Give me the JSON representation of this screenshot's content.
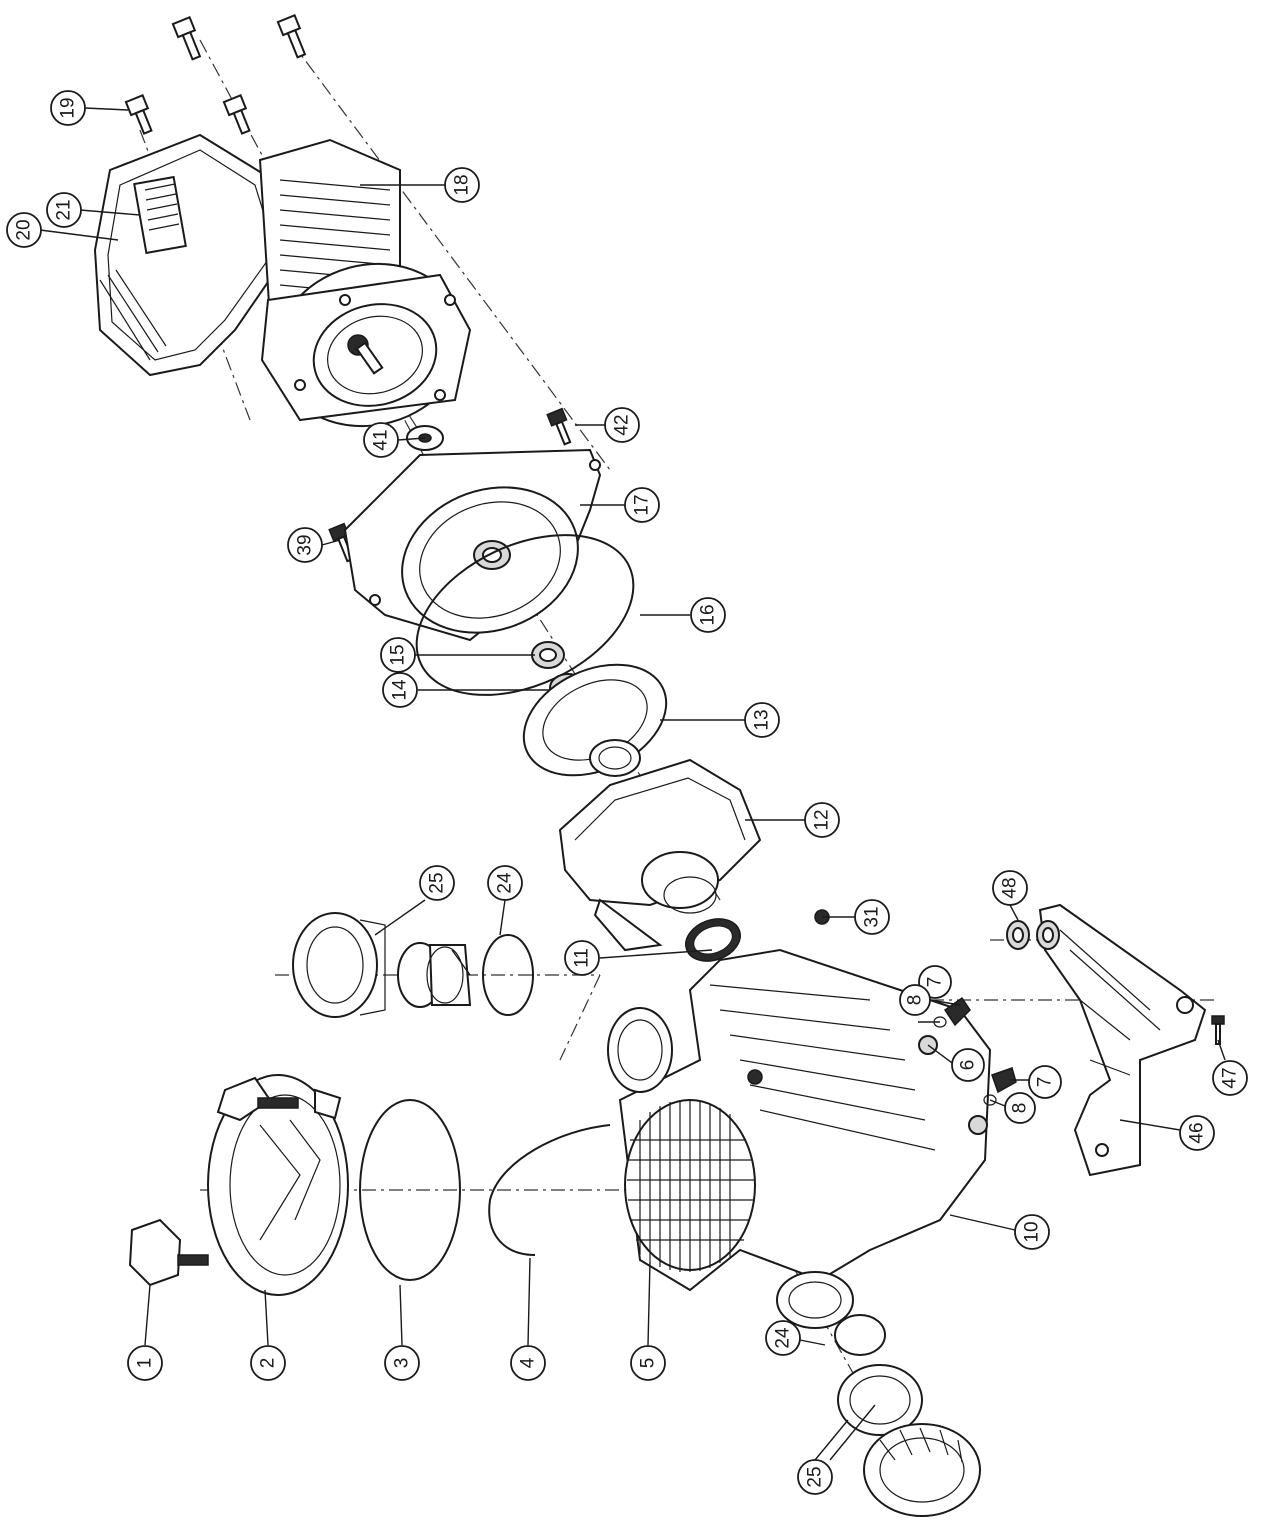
{
  "callouts": [
    {
      "id": "1",
      "label": "1"
    },
    {
      "id": "2",
      "label": "2"
    },
    {
      "id": "3",
      "label": "3"
    },
    {
      "id": "4",
      "label": "4"
    },
    {
      "id": "5",
      "label": "5"
    },
    {
      "id": "6",
      "label": "6"
    },
    {
      "id": "7a",
      "label": "7"
    },
    {
      "id": "7b",
      "label": "7"
    },
    {
      "id": "8a",
      "label": "8"
    },
    {
      "id": "8b",
      "label": "8"
    },
    {
      "id": "10",
      "label": "10"
    },
    {
      "id": "11",
      "label": "11"
    },
    {
      "id": "12",
      "label": "12"
    },
    {
      "id": "13",
      "label": "13"
    },
    {
      "id": "14",
      "label": "14"
    },
    {
      "id": "15",
      "label": "15"
    },
    {
      "id": "16",
      "label": "16"
    },
    {
      "id": "17",
      "label": "17"
    },
    {
      "id": "18",
      "label": "18"
    },
    {
      "id": "19",
      "label": "19"
    },
    {
      "id": "20",
      "label": "20"
    },
    {
      "id": "21",
      "label": "21"
    },
    {
      "id": "24a",
      "label": "24"
    },
    {
      "id": "24b",
      "label": "24"
    },
    {
      "id": "25a",
      "label": "25"
    },
    {
      "id": "25b",
      "label": "25"
    },
    {
      "id": "31",
      "label": "31"
    },
    {
      "id": "39",
      "label": "39"
    },
    {
      "id": "41",
      "label": "41"
    },
    {
      "id": "42",
      "label": "42"
    },
    {
      "id": "46",
      "label": "46"
    },
    {
      "id": "47",
      "label": "47"
    },
    {
      "id": "48",
      "label": "48"
    }
  ]
}
